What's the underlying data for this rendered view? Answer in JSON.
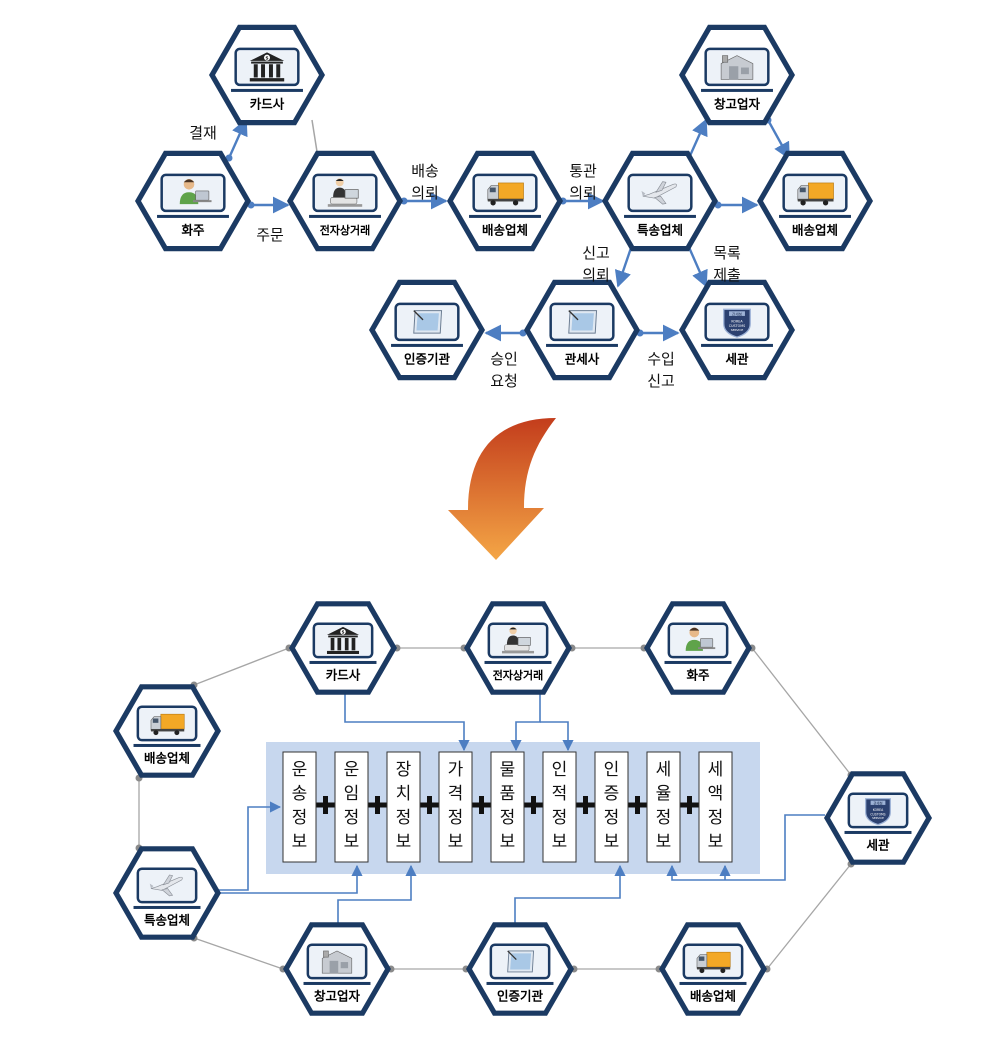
{
  "colors": {
    "hex_border": "#1b3a63",
    "hex_fill": "#edf2f8",
    "flow_arrow": "#4d7ec2",
    "network_line": "#a6a6a6",
    "panel": "#c7d7ee",
    "arrow_top": "#c33d1c",
    "arrow_bottom": "#f4a646"
  },
  "top_diagram": {
    "nodes": {
      "card": "카드사",
      "shipper": "화주",
      "ecommerce": "전자상거래",
      "delivery": "배송업체",
      "express": "특송업체",
      "warehouse": "창고업자",
      "delivery2": "배송업체",
      "customs": "세관",
      "broker": "관세사",
      "cert": "인증기관"
    },
    "edge_labels": {
      "payment": "결재",
      "order": "주문",
      "delivery_request_1": "배송",
      "delivery_request_2": "의뢰",
      "clearance_request_1": "통관",
      "clearance_request_2": "의뢰",
      "report_request_1": "신고",
      "report_request_2": "의뢰",
      "list_submit_1": "목록",
      "list_submit_2": "제출",
      "approval_request_1": "승인",
      "approval_request_2": "요청",
      "import_report_1": "수입",
      "import_report_2": "신고"
    }
  },
  "bottom_diagram": {
    "nodes": {
      "card": "카드사",
      "ecommerce": "전자상거래",
      "shipper": "화주",
      "delivery_left": "배송업체",
      "customs": "세관",
      "express": "특송업체",
      "warehouse": "창고업자",
      "cert": "인증기관",
      "delivery_bottom": "배송업체"
    },
    "info_boxes": [
      [
        "운",
        "송",
        "정",
        "보"
      ],
      [
        "운",
        "임",
        "정",
        "보"
      ],
      [
        "장",
        "치",
        "정",
        "보"
      ],
      [
        "가",
        "격",
        "정",
        "보"
      ],
      [
        "물",
        "품",
        "정",
        "보"
      ],
      [
        "인",
        "적",
        "정",
        "보"
      ],
      [
        "인",
        "증",
        "정",
        "보"
      ],
      [
        "세",
        "율",
        "정",
        "보"
      ],
      [
        "세",
        "액",
        "정",
        "보"
      ]
    ]
  }
}
